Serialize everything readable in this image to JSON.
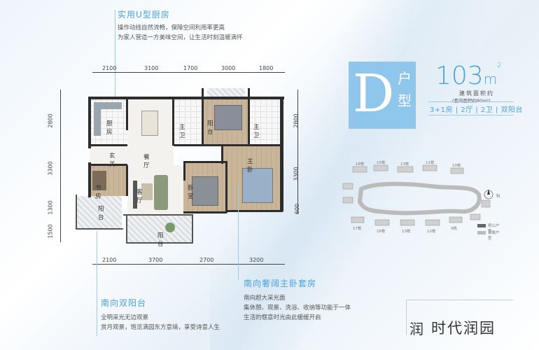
{
  "callouts": {
    "kitchen": {
      "title": "实用U型厨房",
      "text": "操作动线自然流畅，保障空间利用率更高\n为家人营造一方美味空间，让生活时刻温暖满怀"
    },
    "master": {
      "title": "南向奢阔主卧套房",
      "text": "南向超大采光面\n集休憩、观景、洗浴、收纳等功能于一体\n生活的惬意时光由此缓缓开启"
    },
    "balcony": {
      "title": "南向双阳台",
      "text": "全明采光无边观景\n赏月观景，饱览满园东方意境，享受诗意人生"
    }
  },
  "dimensions": {
    "top": [
      "2100",
      "3100",
      "1700",
      "3000",
      "1800"
    ],
    "bottom": [
      "2100",
      "3700",
      "2700",
      "3200"
    ],
    "left": [
      "2800",
      "3300",
      "1300",
      "1500"
    ],
    "right": [
      "2800",
      "3300",
      "600"
    ]
  },
  "rooms": {
    "kitchen": "厨房",
    "dining": "餐厅",
    "entry": "玄关",
    "living": "客厅",
    "study": "书房",
    "balcony_small": "阳台",
    "balcony_living": "阳台",
    "bath1": "主卫",
    "bath_master": "主卫",
    "balcony_top": "阳台",
    "master": "主卧",
    "bedroom": "卧室"
  },
  "unit": {
    "letter": "D",
    "hu": "户",
    "xing": "型",
    "area_number": "103",
    "area_unit": "m",
    "area_sup": "2",
    "area_label": "建筑面积约",
    "area_note": "(套内面积约80m²)",
    "spec": "3+1房 | 2厅 | 2卫 | 双阳台"
  },
  "site_plan": {
    "legend_current": "明公户型",
    "legend_mirror": "镜像户型",
    "building_labels": [
      "18栋",
      "15栋",
      "13栋",
      "11栋",
      "10栋",
      "17栋",
      "16栋",
      "13栋",
      "12栋",
      "9栋"
    ],
    "north": "N"
  },
  "brand": {
    "mark": "润",
    "name": "时代润园"
  },
  "colors": {
    "accent": "#4aa3d8",
    "badge": "#8fc7ec"
  }
}
